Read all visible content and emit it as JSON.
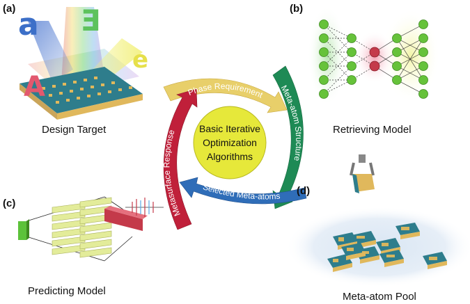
{
  "panels": {
    "a": {
      "tag": "(a)",
      "caption": "Design Target",
      "letters": [
        "a",
        "E",
        "A",
        "e"
      ]
    },
    "b": {
      "tag": "(b)",
      "caption": "Retrieving Model"
    },
    "c": {
      "tag": "(c)",
      "caption": "Predicting Model"
    },
    "d": {
      "tag": "(d)",
      "caption": "Meta-atom Pool"
    }
  },
  "center": {
    "lines": [
      "Basic Iterative",
      "Optimization",
      "Algorithms"
    ]
  },
  "cycle": {
    "top": "Phase Requirement",
    "right": "Meta-atom Structure",
    "bottom": "Selected Meta-atoms",
    "left": "Metasurface Response"
  },
  "colors": {
    "arrow_top": "#e8cf6a",
    "arrow_right": "#1e8a55",
    "arrow_bottom": "#2f6db8",
    "arrow_left": "#c0203a",
    "center_fill": "#e6e83a",
    "substrate": "#2e7d8c",
    "gold": "#e0b85c",
    "node_green": "#66c23a",
    "node_red": "#c43a4a",
    "block_yellow": "#e3ec9a"
  }
}
